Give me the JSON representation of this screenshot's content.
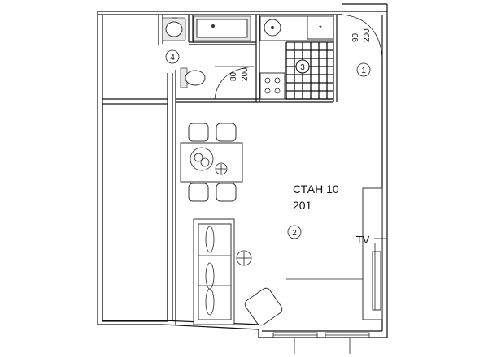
{
  "apartment": {
    "name": "СТАН 10",
    "area": "201"
  },
  "rooms": [
    "1",
    "2",
    "3",
    "4"
  ],
  "door_dims": {
    "bath": {
      "width": "80",
      "height": "200"
    },
    "entry": {
      "width": "90",
      "height": "200"
    }
  },
  "labels": {
    "tv": "TV"
  }
}
